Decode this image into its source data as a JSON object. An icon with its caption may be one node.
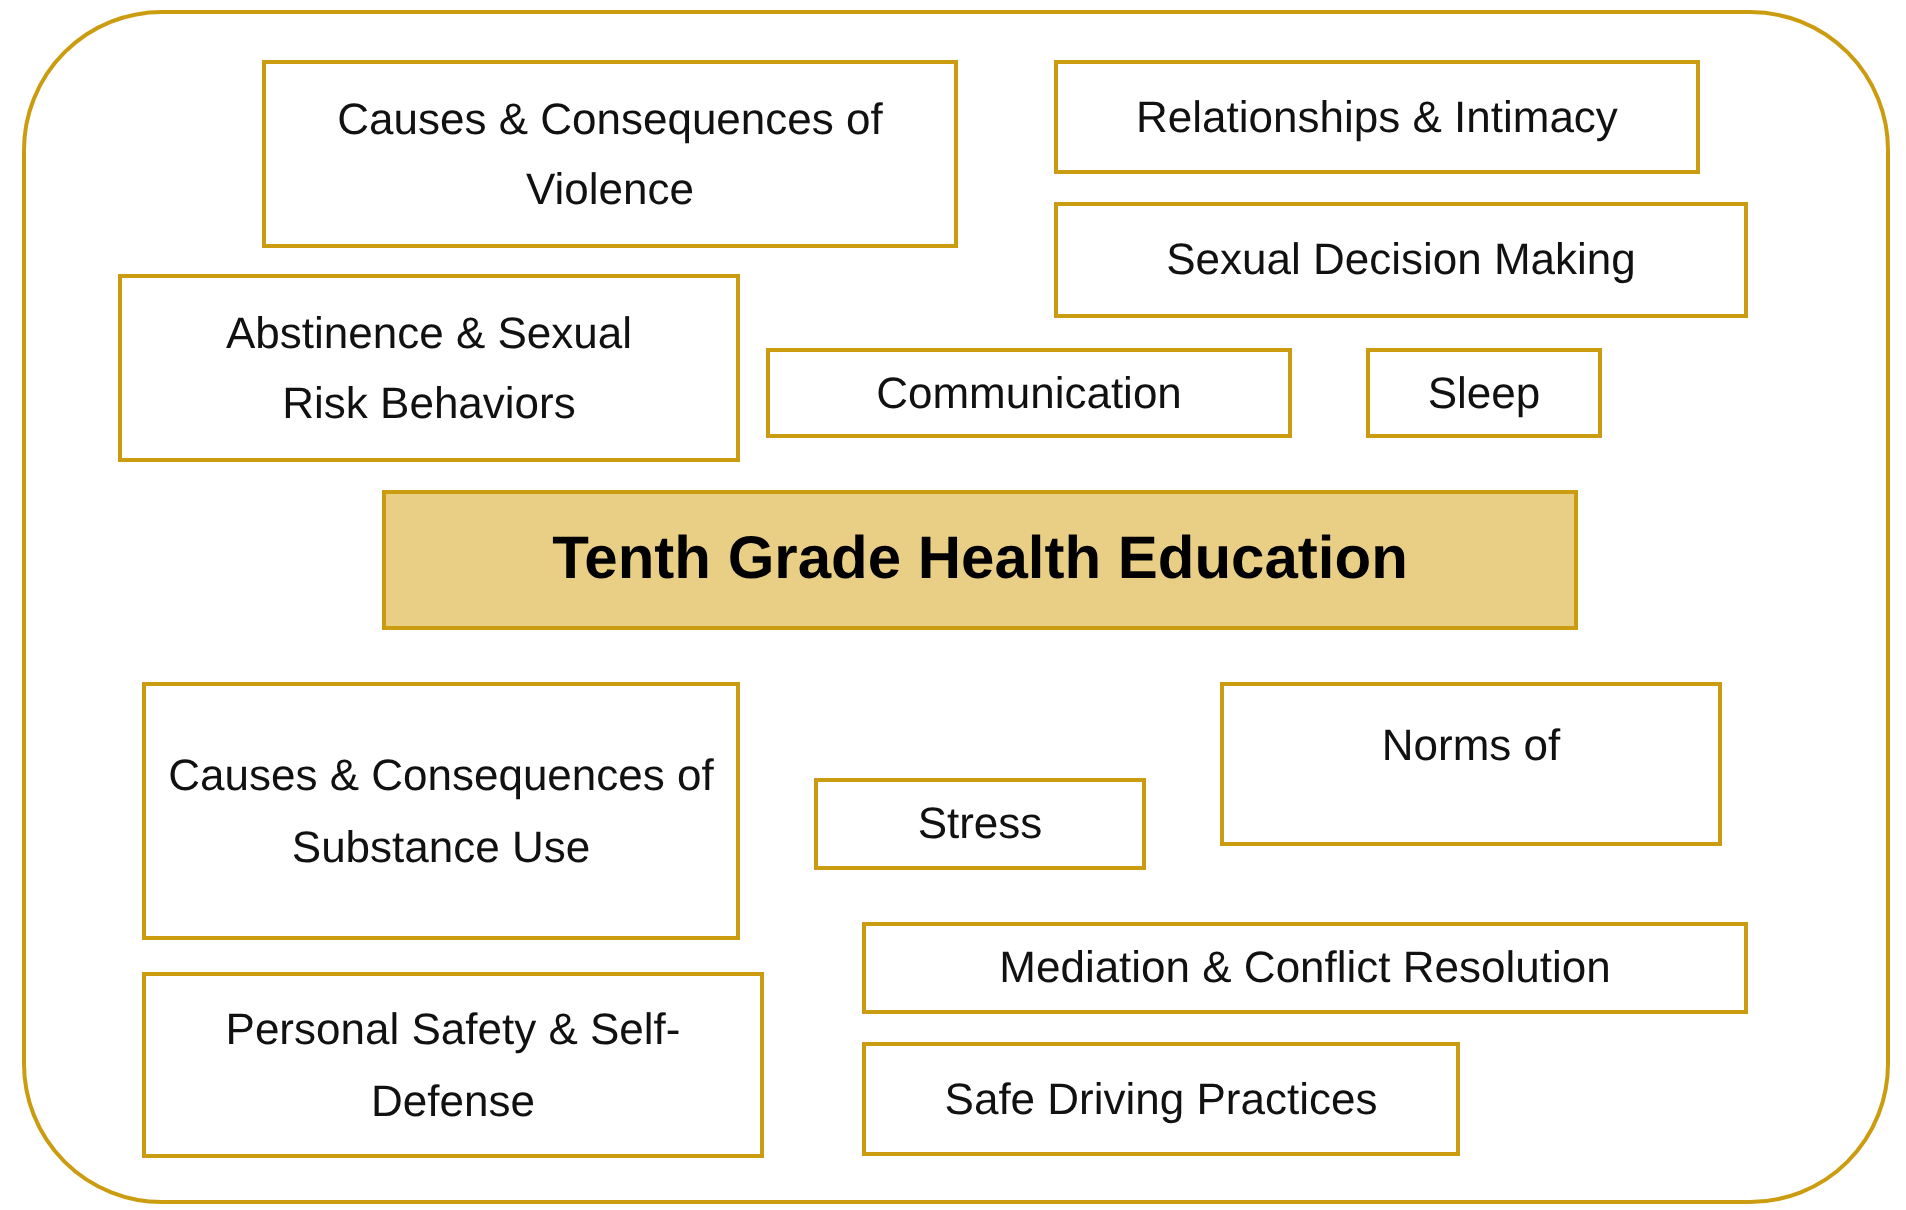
{
  "diagram": {
    "nodes": [
      {
        "text": [],
        "shape": "box"
      },
      {
        "text": [
          "Causes & Consequences of Violence"
        ],
        "in": 0
      },
      {
        "text": [
          "Relationships & Intimacy"
        ],
        "in": 0
      },
      {
        "text": [
          "Sexual Decision Making"
        ],
        "in": 0
      },
      {
        "text": [
          "Abstinence & Sexual Risk Behaviors"
        ],
        "in": 0
      },
      {
        "text": [
          "Communication"
        ],
        "in": 0
      },
      {
        "text": [
          "Sleep"
        ],
        "in": 0
      },
      {
        "text": [
          "Tenth Grade Health Education"
        ],
        "in": 0
      },
      {
        "text": [
          "Causes & Consequences of Substance Use"
        ],
        "in": 0
      },
      {
        "text": [
          "Norms of"
        ],
        "in": 0
      },
      {
        "text": [
          "Stress"
        ],
        "in": 0
      },
      {
        "text": [
          "Mediation & Conflict Resolution"
        ],
        "in": 0
      },
      {
        "text": [
          "Personal Safety & Self-Defense"
        ],
        "in": 0
      },
      {
        "text": [
          "Safe Driving Practices"
        ],
        "in": 0
      }
    ]
  }
}
